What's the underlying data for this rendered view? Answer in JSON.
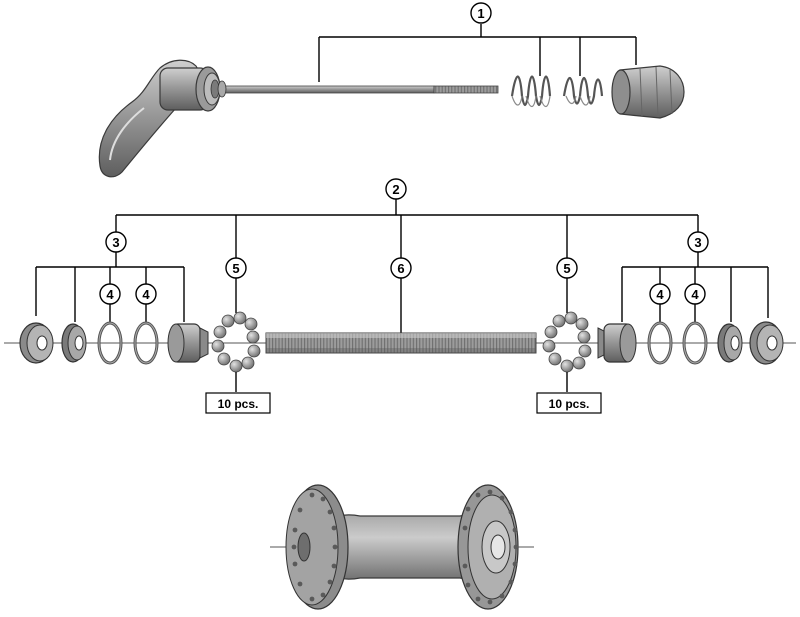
{
  "colors": {
    "part_dark": "#6f6f6f",
    "part_mid": "#8f8f8f",
    "part_light": "#b9b9b9",
    "line": "#000000"
  },
  "callouts": {
    "c1": "1",
    "c2": "2",
    "c3_left": "3",
    "c3_right": "3",
    "c4_a": "4",
    "c4_b": "4",
    "c4_c": "4",
    "c4_d": "4",
    "c5_left": "5",
    "c5_right": "5",
    "c6": "6"
  },
  "quantity_labels": {
    "left": "10 pcs.",
    "right": "10 pcs."
  },
  "parts": {
    "quick_release_lever": "lever-icon",
    "skewer_spring": "spring-icon",
    "adjusting_nut": "nut-icon",
    "lock_nut": "locknut-icon",
    "cone": "cone-icon",
    "washer": "washer-icon",
    "ball_bearing": "ball-bearing-icon",
    "hub_axle": "axle-icon",
    "hub_shell": "hub-shell-icon"
  }
}
